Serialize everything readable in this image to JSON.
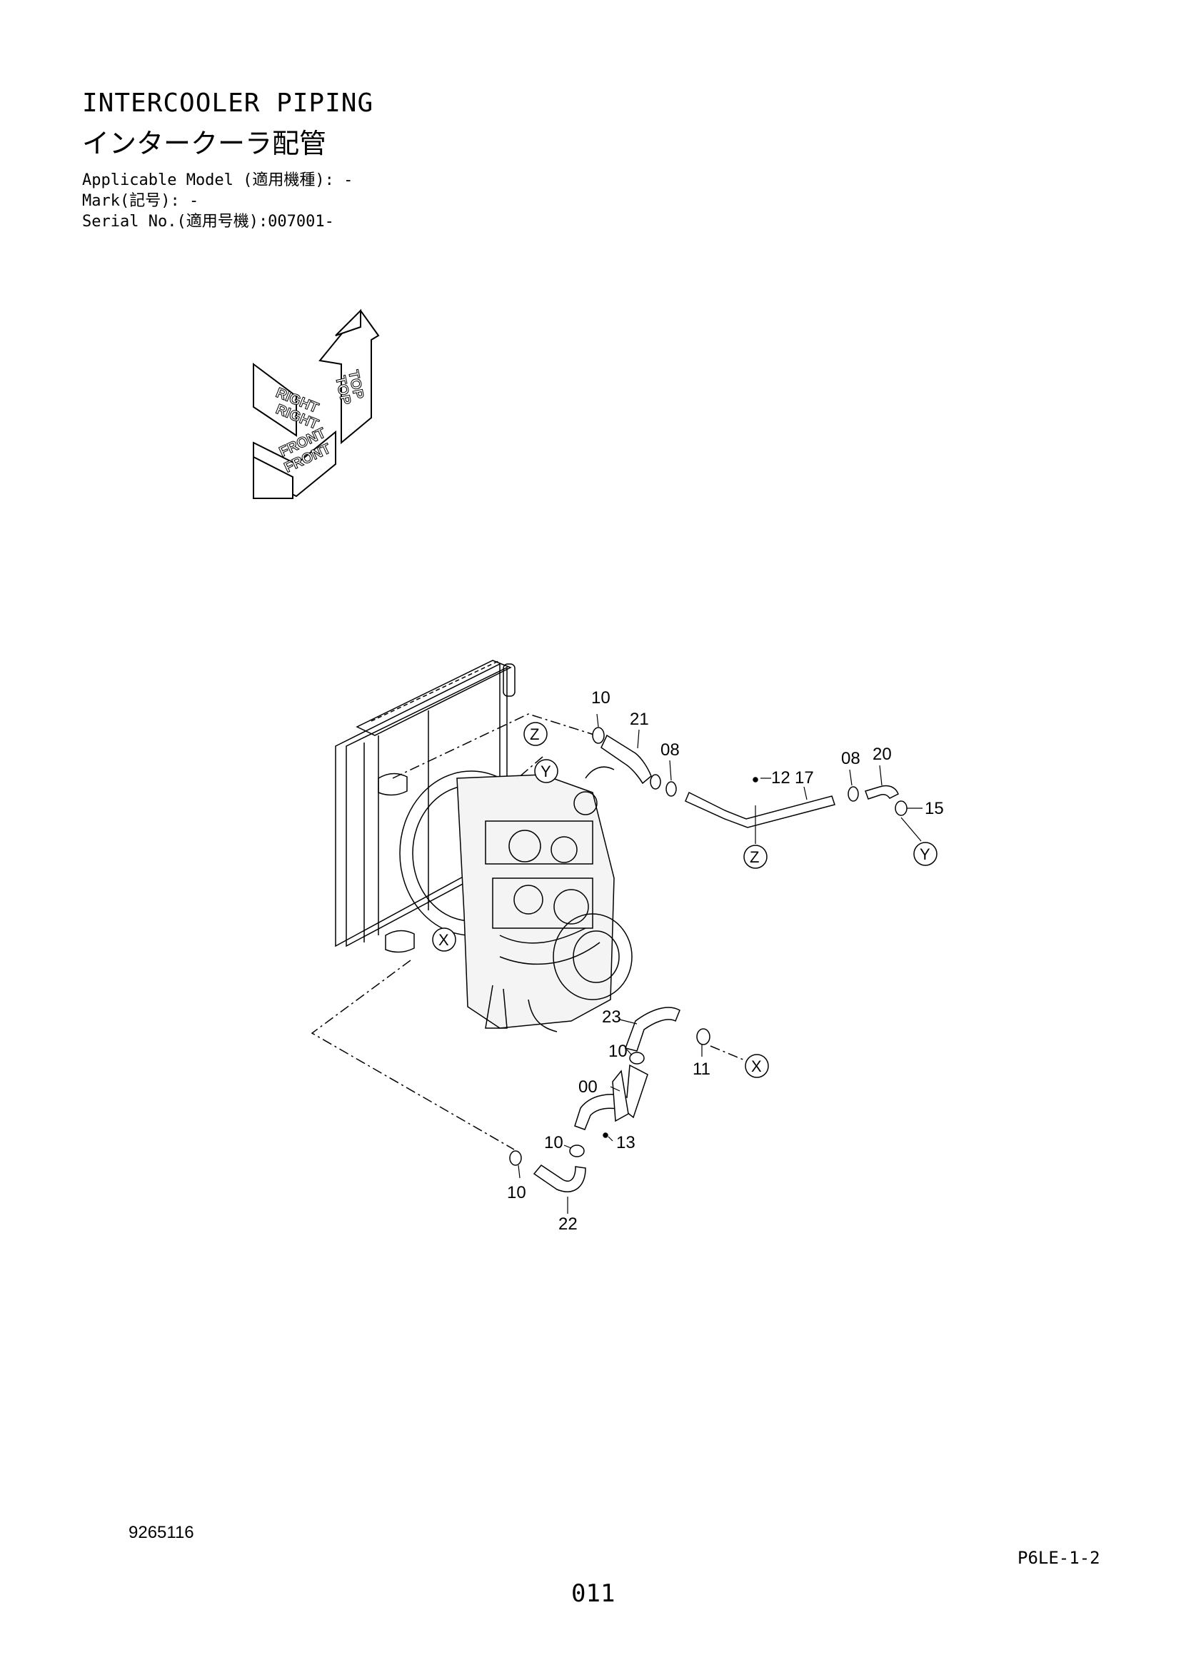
{
  "header": {
    "title_en": "INTERCOOLER PIPING",
    "title_ja": "インタークーラ配管",
    "applicable_model": "Applicable Model (適用機種): -",
    "mark": "Mark(記号): -",
    "serial_no": "Serial No.(適用号機):007001-"
  },
  "orientation_icon": {
    "top": "TOP",
    "top_shadow": "TOP",
    "right": "RIGHT",
    "right_shadow": "RIGHT",
    "front": "FRONT",
    "front_shadow": "FRONT"
  },
  "callouts": {
    "p10_upper": "10",
    "p21": "21",
    "p08_left": "08",
    "p12": "12",
    "p17": "17",
    "p08_right": "08",
    "p20": "20",
    "p15": "15",
    "p23": "23",
    "p10_mid": "10",
    "p11": "11",
    "p00": "00",
    "p13": "13",
    "p10_lower": "10",
    "p10_bottom": "10",
    "p22": "22"
  },
  "view_markers": {
    "z_engine": "Z",
    "y_engine": "Y",
    "x_engine": "X",
    "z_pipe": "Z",
    "y_pipe": "Y",
    "x_pipe": "X"
  },
  "footer": {
    "drawing_no": "9265116",
    "sheet_code": "P6LE-1-2",
    "page_no": "011"
  }
}
